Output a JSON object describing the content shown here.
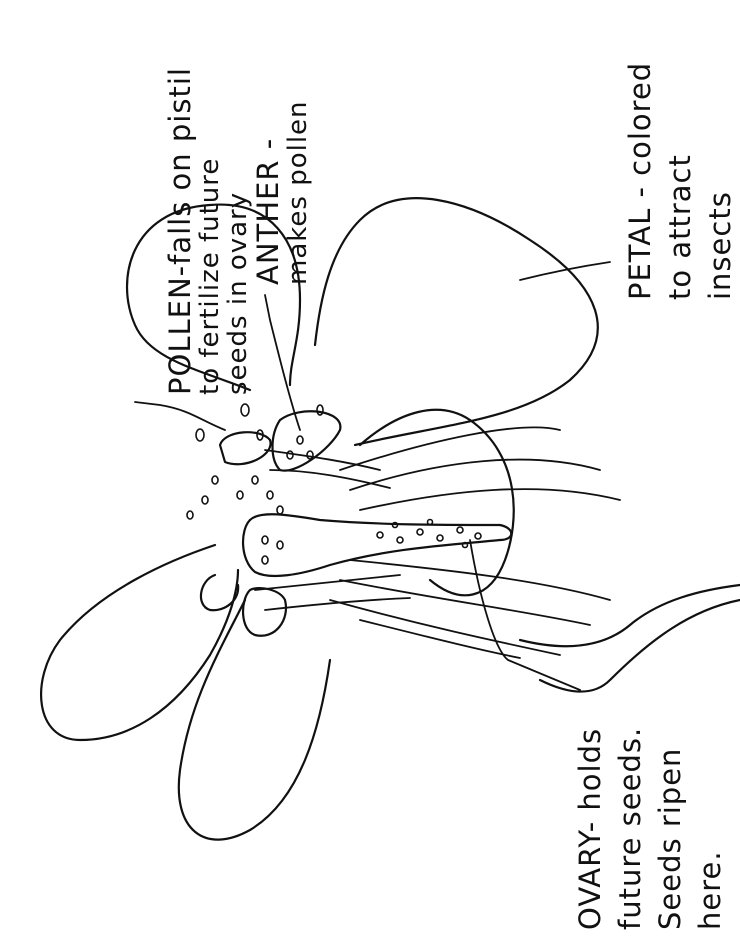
{
  "labels": {
    "pollen": {
      "line1": "POLLEN-falls on pistil",
      "line2": "to fertilize future",
      "line3": "seeds in ovary"
    },
    "anther": {
      "line1": "ANTHER -",
      "line2": "makes pollen"
    },
    "petal": {
      "line1": "PETAL - colored",
      "line2": "to attract",
      "line3": "insects"
    },
    "ovary": {
      "line1": "OVARY- holds",
      "line2": "future seeds.",
      "line3": "Seeds ripen",
      "line4": "here."
    }
  }
}
